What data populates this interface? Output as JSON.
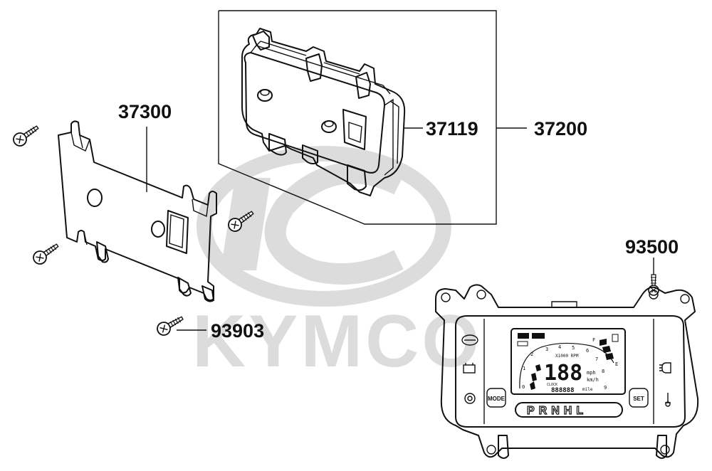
{
  "watermark": {
    "brand_text": "KYMCO",
    "color": "#dcdcdc"
  },
  "callouts": {
    "bracket": "37300",
    "housing_cover": "37119",
    "meter_assembly": "37200",
    "screw_meter": "93500",
    "screw_bracket": "93903"
  },
  "meter_display": {
    "mode_button_label": "MODE",
    "set_button_label": "SET",
    "gear_indicator": "PRNHL",
    "rpm_unit": "X1000 RPM",
    "speed_digits": "188",
    "speed_unit_mph": "mph",
    "speed_unit_kmh": "km/h",
    "fuel_full": "F",
    "fuel_empty": "E",
    "clock_label": "CLOCK",
    "odometer_digits": "888888",
    "odometer_unit": "mile",
    "tacho_scale": [
      "0",
      "1",
      "2",
      "3",
      "4",
      "5",
      "6",
      "7",
      "8",
      "9"
    ]
  },
  "colors": {
    "line": "#111111",
    "watermark": "#dcdcdc",
    "background": "#ffffff"
  }
}
